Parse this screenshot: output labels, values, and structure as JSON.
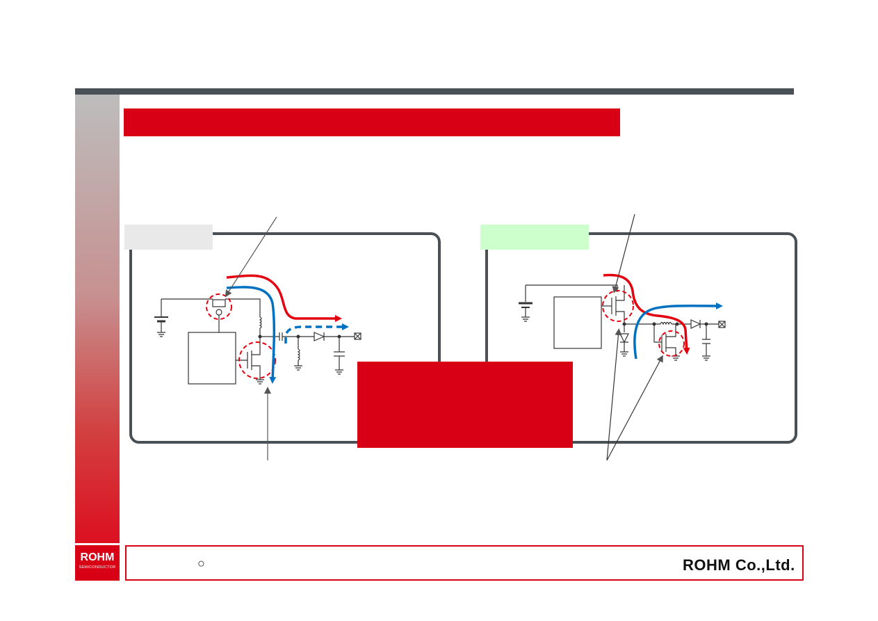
{
  "slide": {
    "title": "",
    "subtitle": ""
  },
  "panels": {
    "left_label": "",
    "right_label": ""
  },
  "callout": {
    "text": ""
  },
  "footer": {
    "copyright_symbol": "○",
    "company": "ROHM Co.,Ltd."
  },
  "logo": {
    "brand": "ROHM",
    "sub": "SEMICONDUCTOR"
  },
  "colors": {
    "accent_red": "#d80015",
    "flow_blue": "#0070c0",
    "frame_gray": "#4a5156",
    "left_tag_bg": "#e9e9e9",
    "right_tag_bg": "#ccffcc"
  }
}
